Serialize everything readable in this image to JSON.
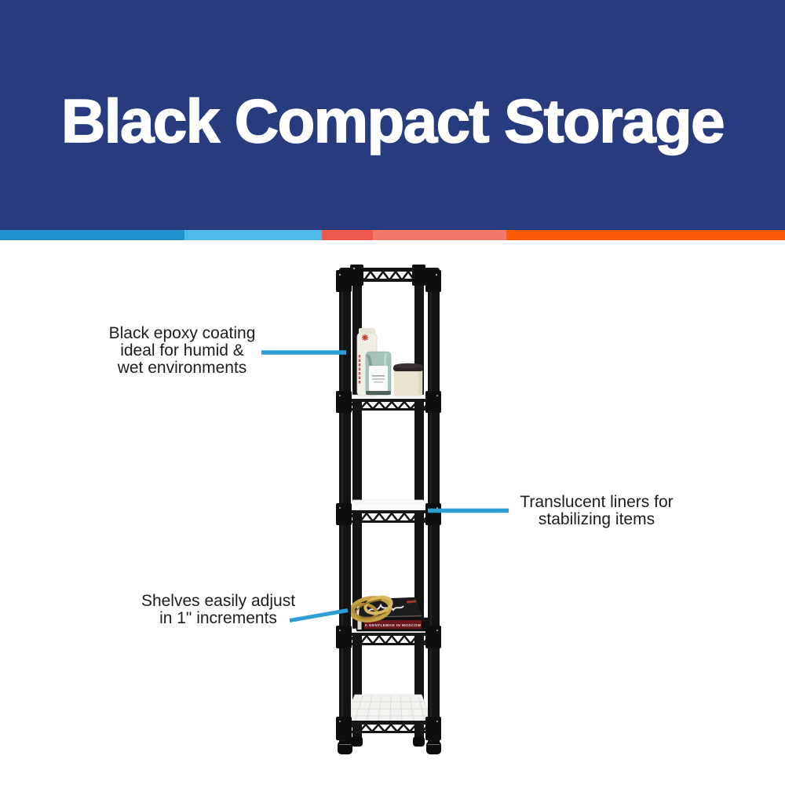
{
  "banner": {
    "title": "Black Compact Storage",
    "bg_color": "#273b7e",
    "text_color": "#ffffff"
  },
  "divider": {
    "segments": [
      {
        "name": "blue",
        "color": "#2191cd"
      },
      {
        "name": "light-blue",
        "color": "#4dbbea"
      },
      {
        "name": "red",
        "color": "#ef5a4e"
      },
      {
        "name": "salmon",
        "color": "#f37868"
      },
      {
        "name": "orange",
        "color": "#fb5a07"
      }
    ]
  },
  "callouts": {
    "line_color": "#2d9ed3",
    "coating": {
      "lines": [
        "Black epoxy coating",
        "ideal for humid &",
        "wet environments"
      ]
    },
    "liners": {
      "lines": [
        "Translucent liners for",
        "stabilizing items"
      ]
    },
    "adjust": {
      "lines": [
        "Shelves easily adjust",
        "in 1\" increments"
      ]
    }
  },
  "product_photo": {
    "book_spine_text": "A GENTLEMAN IN MOSCOW"
  }
}
